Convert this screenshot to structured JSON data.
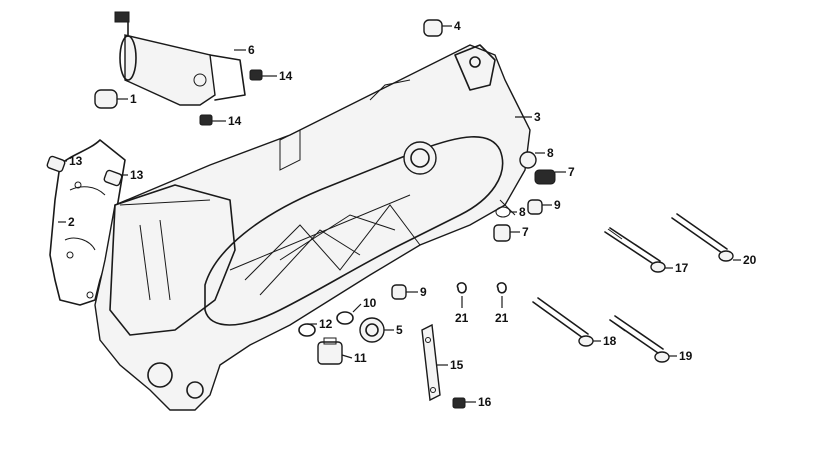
{
  "callouts": {
    "c1": "1",
    "c2": "2",
    "c3": "3",
    "c4": "4",
    "c5": "5",
    "c6": "6",
    "c7a": "7",
    "c7b": "7",
    "c8a": "8",
    "c8b": "8",
    "c9a": "9",
    "c9b": "9",
    "c10": "10",
    "c11": "11",
    "c12": "12",
    "c13a": "13",
    "c13b": "13",
    "c14a": "14",
    "c14b": "14",
    "c15": "15",
    "c16": "16",
    "c17": "17",
    "c18": "18",
    "c19": "19",
    "c20": "20",
    "c21a": "21",
    "c21b": "21"
  }
}
